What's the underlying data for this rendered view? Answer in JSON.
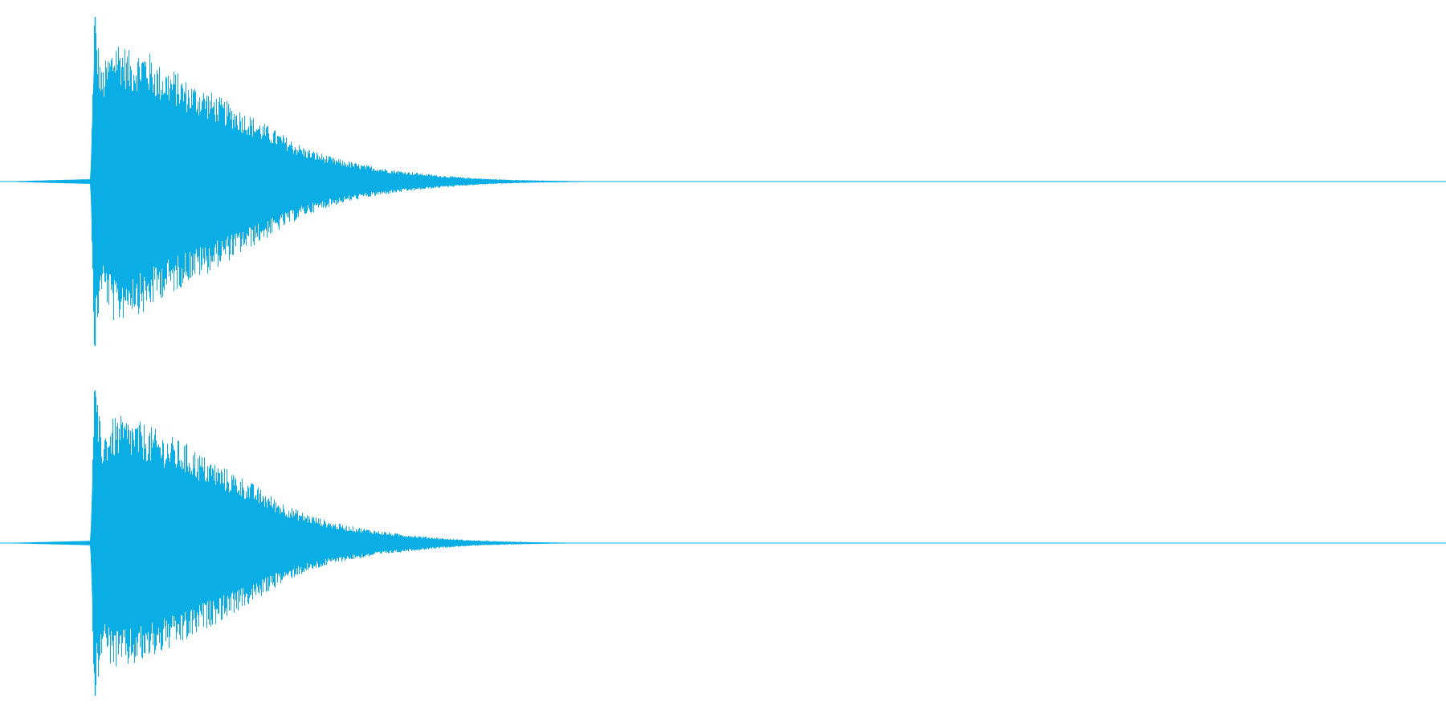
{
  "chart_data": {
    "type": "area",
    "title": "",
    "xlabel": "",
    "ylabel": "",
    "grid": false,
    "legend": "none",
    "color": "#0aaee4",
    "ylim": [
      -1,
      1
    ],
    "xlim": [
      0,
      1
    ],
    "x": [
      0.0,
      0.0625,
      0.065,
      0.07,
      0.08,
      0.09,
      0.1,
      0.11,
      0.12,
      0.13,
      0.14,
      0.15,
      0.16,
      0.17,
      0.18,
      0.19,
      0.2,
      0.21,
      0.22,
      0.23,
      0.24,
      0.25,
      0.26,
      0.27,
      0.28,
      0.29,
      0.3,
      0.31,
      0.32,
      0.33,
      0.34,
      0.35,
      0.36,
      0.37,
      0.38,
      0.39,
      0.4,
      0.41,
      1.0
    ],
    "series": [
      {
        "values": [
          0.0,
          0.02,
          1.0,
          0.65,
          0.85,
          0.75,
          0.78,
          0.68,
          0.65,
          0.58,
          0.55,
          0.5,
          0.45,
          0.4,
          0.35,
          0.3,
          0.25,
          0.2,
          0.17,
          0.14,
          0.12,
          0.1,
          0.085,
          0.07,
          0.06,
          0.05,
          0.04,
          0.032,
          0.025,
          0.02,
          0.015,
          0.012,
          0.009,
          0.007,
          0.005,
          0.004,
          0.003,
          0.002,
          0.0
        ]
      },
      {
        "values": [
          0.0,
          0.02,
          1.0,
          0.7,
          0.8,
          0.78,
          0.75,
          0.7,
          0.66,
          0.62,
          0.55,
          0.5,
          0.45,
          0.4,
          0.34,
          0.28,
          0.23,
          0.19,
          0.16,
          0.13,
          0.11,
          0.095,
          0.08,
          0.065,
          0.055,
          0.045,
          0.036,
          0.028,
          0.022,
          0.017,
          0.013,
          0.01,
          0.008,
          0.006,
          0.004,
          0.003,
          0.002,
          0.001,
          0.0
        ]
      }
    ]
  }
}
